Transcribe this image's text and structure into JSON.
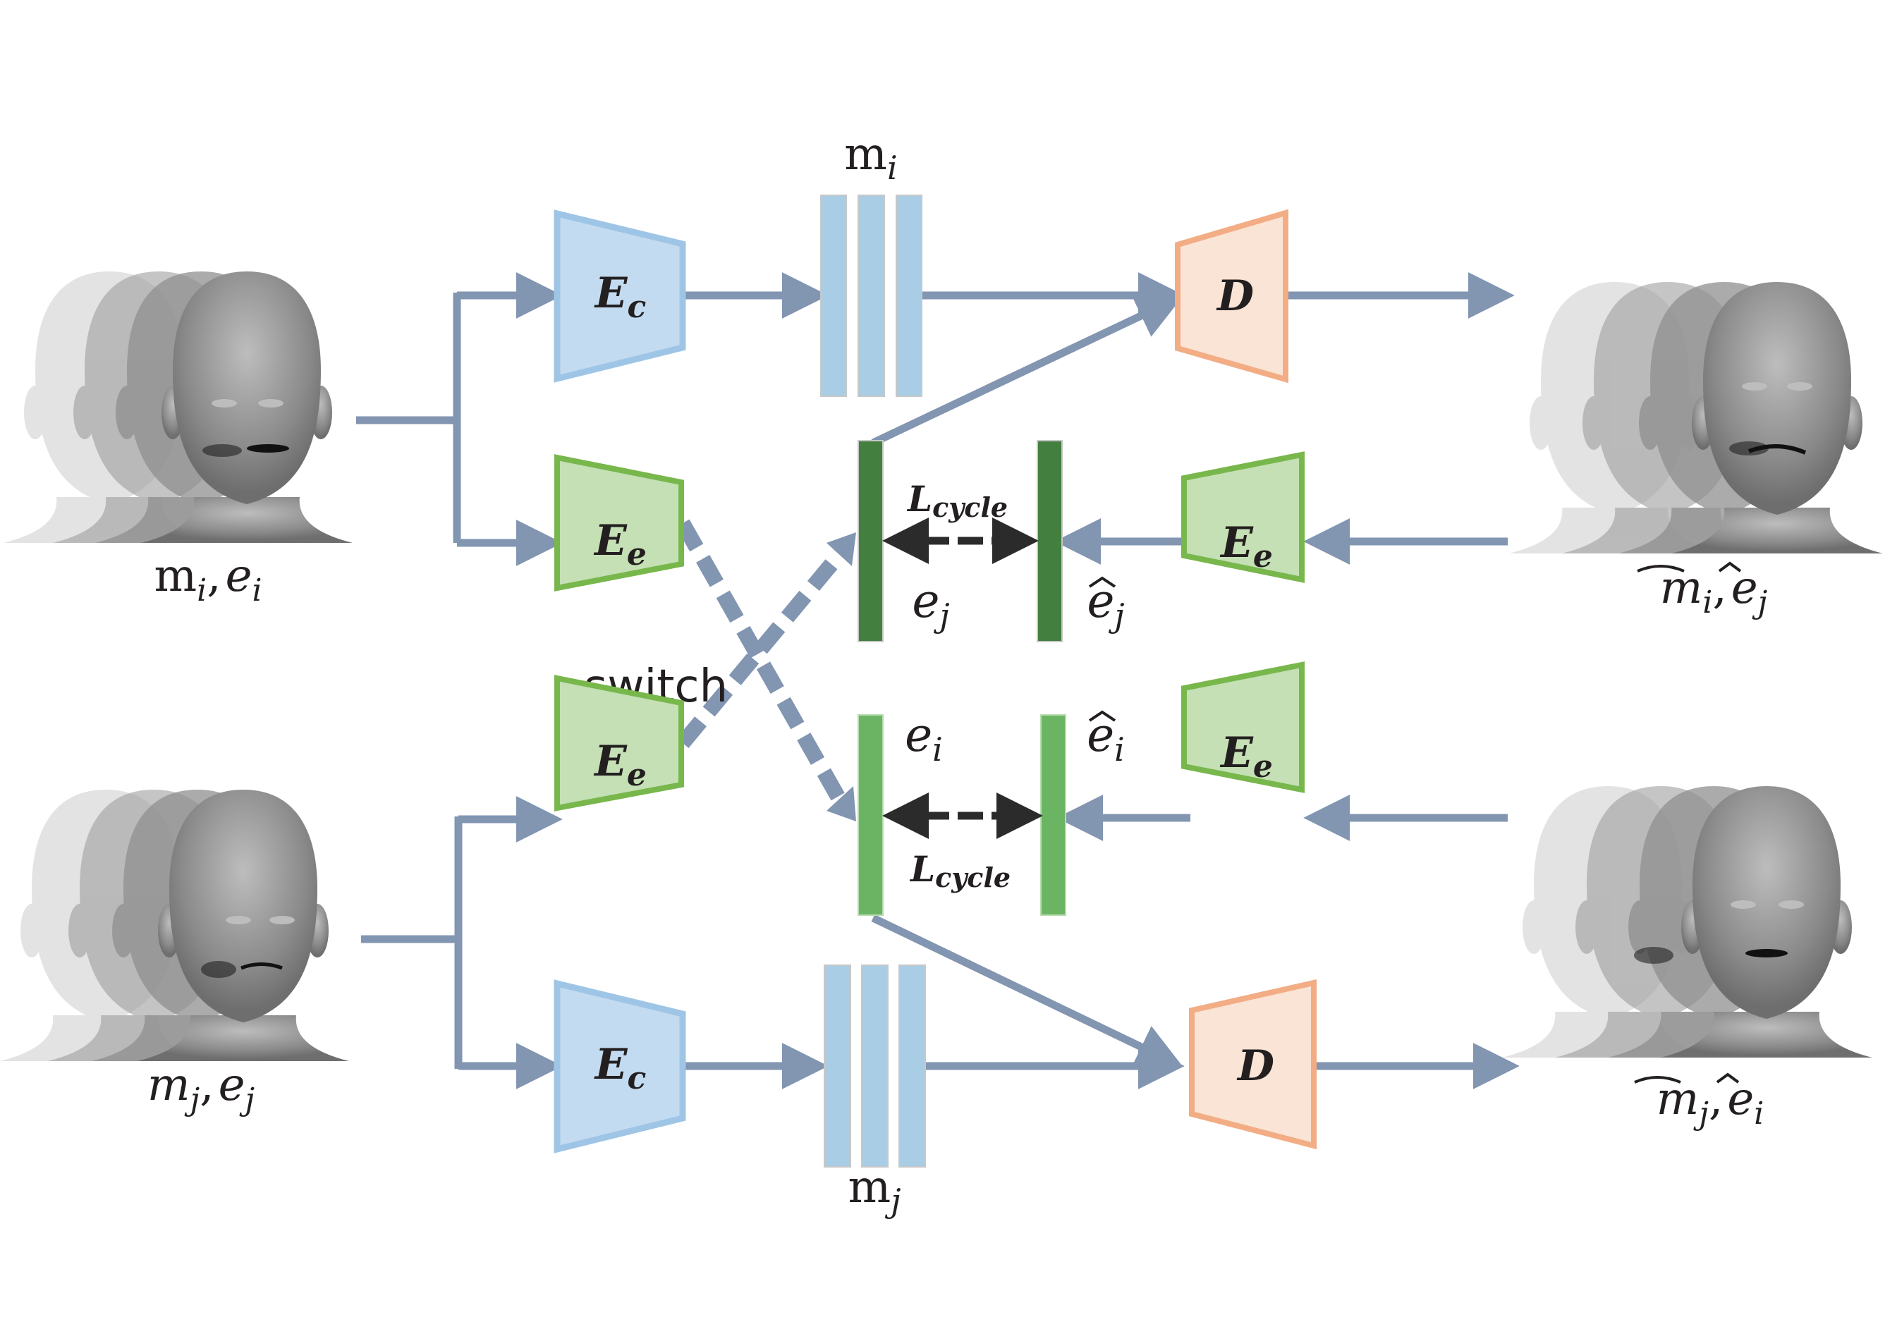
{
  "colors": {
    "arrow": "#8295b1",
    "content_encoder_fill": "#c3dbf0",
    "content_encoder_stroke": "#9fc5e6",
    "expr_encoder_fill": "#c4e0b4",
    "expr_encoder_stroke": "#78b74c",
    "decoder_fill": "#fae4d6",
    "decoder_stroke": "#f2ad85",
    "content_code_fill": "#a8cde5",
    "content_code_stroke": "#c8c8c8",
    "expr_code_dark": "#437f3f",
    "expr_code_light": "#6bb464",
    "loss_arrow": "#2b2b2b",
    "face_dark": "#7a7a7a",
    "face_light": "#c8c8c8"
  },
  "inputs": {
    "top": {
      "label_main": "m",
      "label_main_sub": "i",
      "label_sep": ",",
      "label_second": "e",
      "label_second_sub": "i"
    },
    "bottom": {
      "label_main": "m",
      "label_main_sub": "j",
      "label_sep": ",",
      "label_second": "e",
      "label_second_sub": "j"
    }
  },
  "outputs": {
    "top": {
      "label_main": "m",
      "label_main_sub": "i",
      "label_sep": ",",
      "label_second": "e",
      "label_second_sub": "j",
      "hat": "true"
    },
    "bottom": {
      "label_main": "m",
      "label_main_sub": "j",
      "label_sep": ",",
      "label_second": "e",
      "label_second_sub": "i",
      "hat": "true"
    }
  },
  "modules": {
    "content_encoder": {
      "symbol": "E",
      "sub": "c"
    },
    "expression_encoder": {
      "symbol": "E",
      "sub": "e"
    },
    "decoder": {
      "symbol": "D"
    }
  },
  "codes": {
    "content_top": {
      "symbol": "m",
      "sub": "i"
    },
    "content_bottom": {
      "symbol": "m",
      "sub": "j"
    },
    "expr_top_left": {
      "symbol": "e",
      "sub": "j"
    },
    "expr_top_right": {
      "symbol": "e",
      "sub": "j",
      "hat": "^"
    },
    "expr_bottom_left": {
      "symbol": "e",
      "sub": "i"
    },
    "expr_bottom_right": {
      "symbol": "e",
      "sub": "i",
      "hat": "^"
    }
  },
  "losses": {
    "top": {
      "symbol": "L",
      "sub": "cycle"
    },
    "bottom": {
      "symbol": "L",
      "sub": "cycle"
    }
  },
  "annotations": {
    "switch": "switch"
  }
}
